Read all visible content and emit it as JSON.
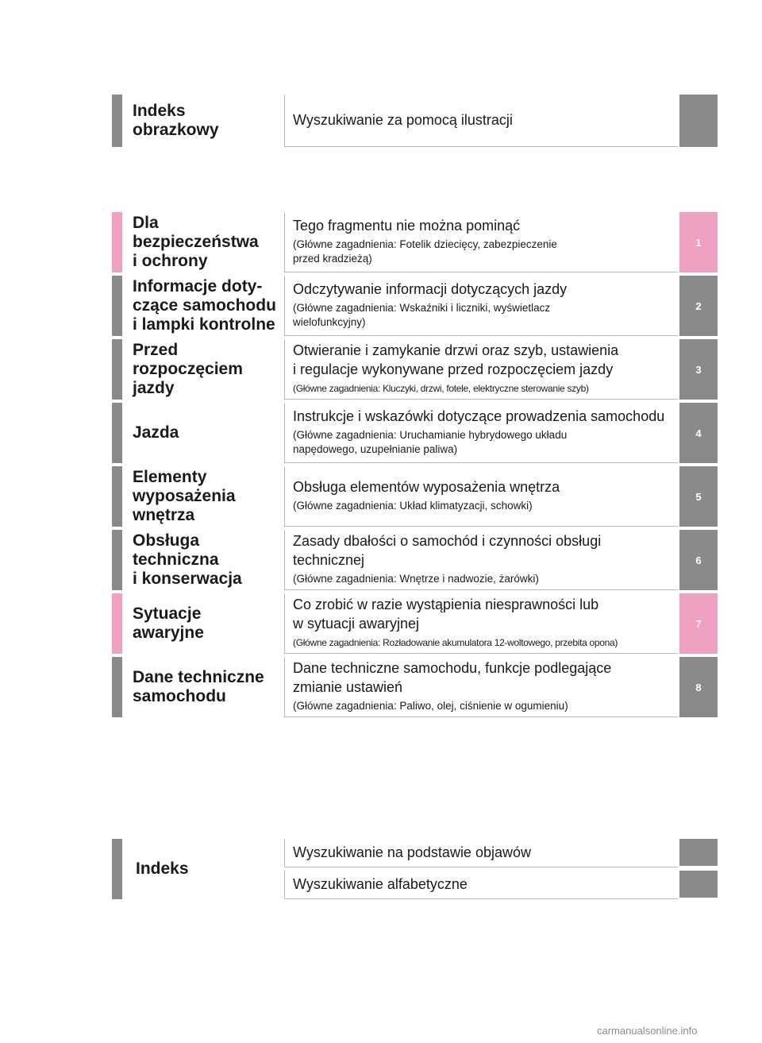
{
  "sections": [
    {
      "title": "Indeks\nobrazkowy",
      "main": "Wyszukiwanie za pomocą ilustracji",
      "sub": "",
      "tab": ""
    },
    {
      "title": "Dla\nbezpieczeństwa\ni ochrony",
      "main": "Tego fragmentu nie można pominąć",
      "sub": "(Główne zagadnienia: Fotelik dziecięcy, zabezpieczenie\nprzed kradzieżą)",
      "tab": "1"
    },
    {
      "title": "Informacje doty-\nczące samochodu\ni lampki kontrolne",
      "main": "Odczytywanie informacji dotyczących jazdy",
      "sub": "(Główne zagadnienia: Wskaźniki i liczniki, wyświetlacz\nwielofunkcyjny)",
      "tab": "2"
    },
    {
      "title": "Przed\nrozpoczęciem\njazdy",
      "main": "Otwieranie i zamykanie drzwi oraz szyb, ustawienia\ni regulacje wykonywane przed rozpoczęciem jazdy",
      "sub": "(Główne zagadnienia: Kluczyki, drzwi, fotele, elektryczne sterowanie szyb)",
      "tab": "3"
    },
    {
      "title": "Jazda",
      "main": "Instrukcje i wskazówki dotyczące prowadzenia samochodu",
      "sub": "(Główne zagadnienia: Uruchamianie hybrydowego układu\nnapędowego, uzupełnianie paliwa)",
      "tab": "4"
    },
    {
      "title": "Elementy\nwyposażenia\nwnętrza",
      "main": "Obsługa elementów wyposażenia wnętrza",
      "sub": "(Główne zagadnienia: Układ klimatyzacji, schowki)",
      "tab": "5"
    },
    {
      "title": "Obsługa\ntechniczna\ni konserwacja",
      "main": "Zasady dbałości o samochód i czynności obsługi\ntechnicznej",
      "sub": "(Główne zagadnienia: Wnętrze i nadwozie, żarówki)",
      "tab": "6"
    },
    {
      "title": "Sytuacje\nawaryjne",
      "main": "Co zrobić w razie wystąpienia niesprawności lub\nw sytuacji awaryjnej",
      "sub": "(Główne zagadnienia: Rozładowanie akumulatora 12-woltowego, przebita opona)",
      "tab": "7"
    },
    {
      "title": "Dane techniczne\nsamochodu",
      "main": "Dane techniczne samochodu, funkcje podlegające\nzmianie ustawień",
      "sub": "(Główne zagadnienia: Paliwo, olej, ciśnienie w ogumieniu)",
      "tab": "8"
    }
  ],
  "index": {
    "title": "Indeks",
    "items": [
      "Wyszukiwanie na podstawie objawów",
      "Wyszukiwanie alfabetyczne"
    ]
  },
  "watermark": "carmanualsonline.info",
  "colors": {
    "gray": "#8a8a8a",
    "pink": "#f0a0c0"
  }
}
